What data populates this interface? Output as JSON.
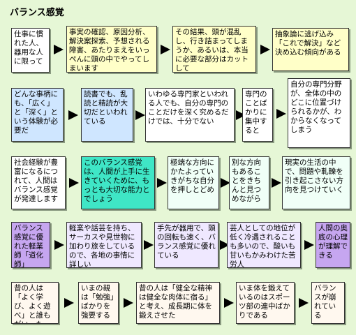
{
  "title": "バランス感覚",
  "rows": [
    [
      {
        "text": "仕事に慣れた人、器用な人に限って",
        "color": "white"
      },
      {
        "text": "事実の確認、原因分析、解決案探索、予想される障害、あたりまえをいっぺんに頭の中でやってしまいます",
        "color": "yellow"
      },
      {
        "text": "その結果、頭が混乱し、行き詰まってしまうか、あるいは、本当に必要な部分はカットして",
        "color": "yellow"
      },
      {
        "text": "抽象論に逃げ込み「これで解決」など決め込む傾向がある",
        "color": "yellow"
      }
    ],
    [
      {
        "text": "どんな事柄にも、「広く」と「深く」という体験が必要だ",
        "color": "blue"
      },
      {
        "text": "読書でも、乱読と精読が大切だといわれている",
        "color": "blue"
      },
      {
        "text": "いわゆる専門家といわれる人でも、自分の専門のことだけを深く究めるだけでは、十分でない",
        "color": "white"
      },
      {
        "text": "専門のことばかりに集中すると",
        "color": "white"
      },
      {
        "text": "自分の専門分野が、全体の中のどこに位置づけられるかが、わからなくなってしまう",
        "color": "white"
      }
    ],
    [
      {
        "text": "社会経験が豊富になるにつれて、人間はバランス感覚が発達します",
        "color": "white"
      },
      {
        "text": "このバランス感覚は、人間が上手に生きていくために、もっとも大切な能力とでしょう",
        "color": "teal"
      },
      {
        "text": "極端な方向にかたよっていきがちな自分を押しとどめ",
        "color": "pale"
      },
      {
        "text": "別な方向もあることをきちんと見つめながら",
        "color": "pale"
      },
      {
        "text": "現実の生活の中で、問題や軋轢を引き起こさない方向を見つけていく",
        "color": "pale"
      }
    ],
    [
      {
        "text": "バランス感覚に優れた軽業師「道化師」",
        "color": "purple"
      },
      {
        "text": "軽業や話芸を持ち、サーカスや見世物に加わり旅をしているので、各地の事情に詳しい",
        "color": "lav"
      },
      {
        "text": "手先が器用で、頭の回転も速く、バランス感覚に優れている",
        "color": "lav"
      },
      {
        "text": "芸人としての地位が低く冷遇されることも多いので、酸いも甘いもかみわけた苦労人",
        "color": "lav"
      },
      {
        "text": "人間の奥底の心理が理解できる",
        "color": "purple"
      }
    ],
    [
      {
        "text": "昔の人は「よく学び、よく遊べ」と誰もがいった",
        "color": "cream"
      },
      {
        "text": "いまの親は「勉強」ばかりを強要する",
        "color": "cream"
      },
      {
        "text": "昔の人は「健全な精神は健全な肉体に宿る」と考え、成長期に体を鍛えさせた",
        "color": "cream"
      },
      {
        "text": "いま体を鍛えているのはスポーツ部の連中ばかりである",
        "color": "cream"
      },
      {
        "text": "バランスが崩れている",
        "color": "cream"
      }
    ]
  ]
}
